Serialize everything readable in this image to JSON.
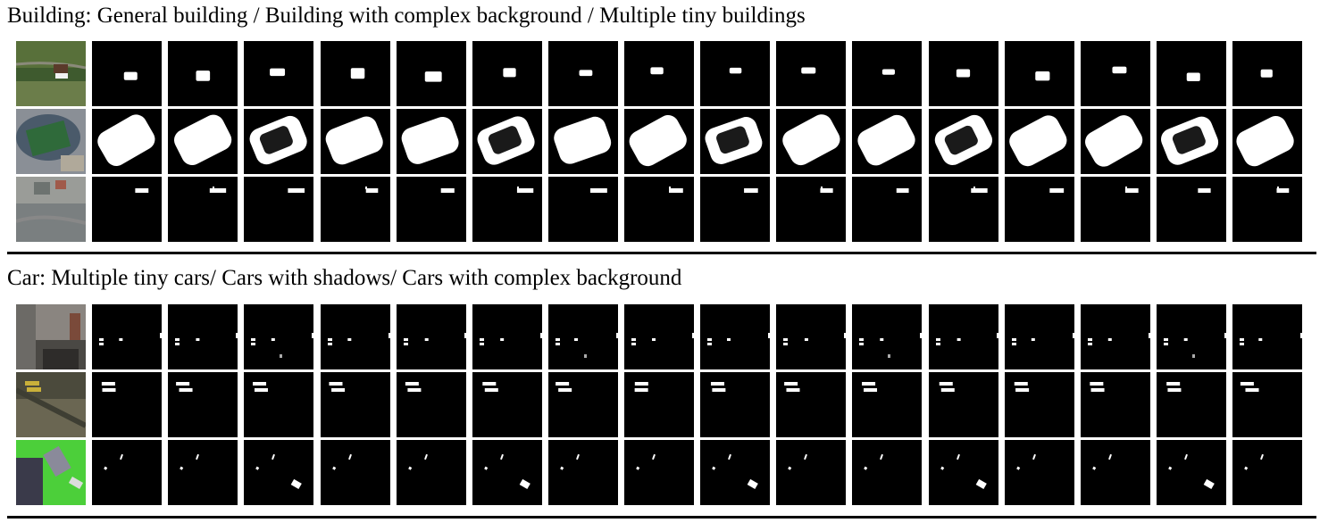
{
  "sections": [
    {
      "id": "building",
      "title": "Building: General building / Building with complex background / Multiple tiny buildings",
      "rows": [
        {
          "input_colors": [
            "#3e5a2e",
            "#58703a",
            "#6b7d4a",
            "#8a8a7a"
          ],
          "mask_kind": "small-blob",
          "variants": 16
        },
        {
          "input_colors": [
            "#4a5a6a",
            "#2f6a3a",
            "#8a8f96",
            "#b0a99a"
          ],
          "mask_kind": "stadium",
          "variants": 16
        },
        {
          "input_colors": [
            "#7a7f80",
            "#9a9c98",
            "#6d7370",
            "#a05a4a"
          ],
          "mask_kind": "tiny-bar",
          "variants": 16
        }
      ]
    },
    {
      "id": "car",
      "title": "Car: Multiple tiny cars/ Cars with shadows/ Cars with complex background",
      "rows": [
        {
          "input_colors": [
            "#4a4844",
            "#6c6a66",
            "#8a8580",
            "#2e2c2a"
          ],
          "mask_kind": "tiny-dots",
          "variants": 16
        },
        {
          "input_colors": [
            "#4b4a3c",
            "#6a6652",
            "#3e3e33",
            "#c9b03a"
          ],
          "mask_kind": "car-pair",
          "variants": 16
        },
        {
          "input_colors": [
            "#2f9b2f",
            "#4ccf3a",
            "#3a3a4a",
            "#8a8a9a"
          ],
          "mask_kind": "sparse-dots",
          "variants": 16
        }
      ]
    }
  ]
}
